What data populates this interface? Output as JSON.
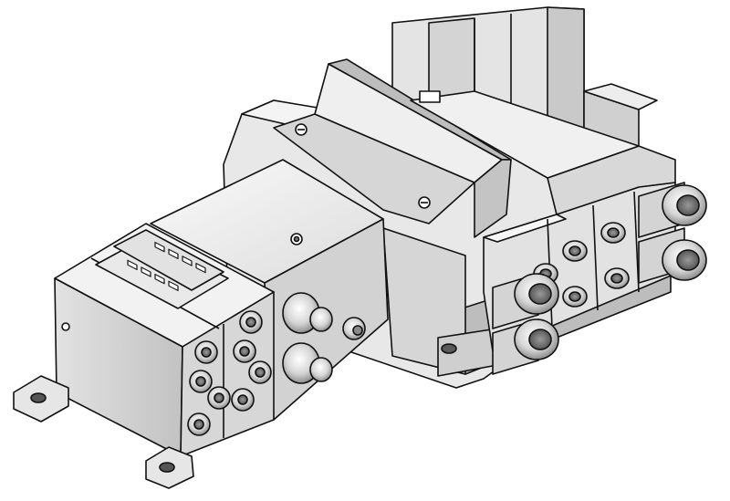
{
  "figure": {
    "subject": "pneumatic-valve-manifold-render",
    "colors": {
      "background": "#ffffff",
      "outline": "#111111",
      "face_light": "#efefef",
      "face_mid": "#d9d9d9",
      "face_dark": "#b9b9b9",
      "face_shadow": "#8f8f8f",
      "port_inner": "#6f6f6f"
    },
    "module_count": 4,
    "front_port_rows": 4
  }
}
